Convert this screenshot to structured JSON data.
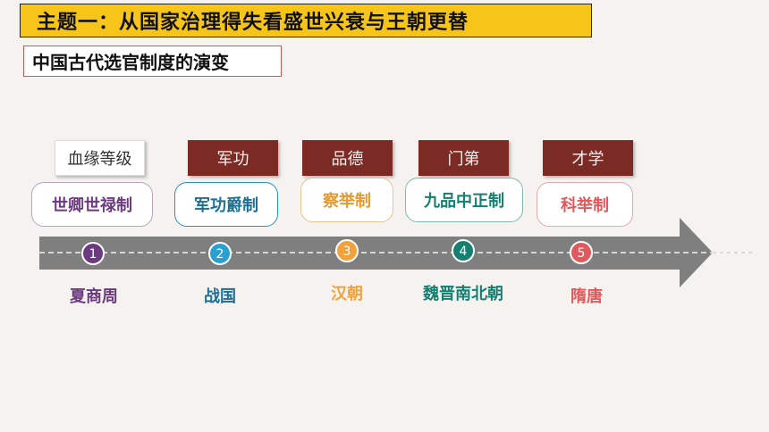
{
  "header": {
    "title": "主题一：从国家治理得失看盛世兴衰与王朝更替"
  },
  "subheader": {
    "title": "中国古代选官制度的演变"
  },
  "stages": [
    {
      "basis": "血缘等级",
      "system": "世卿世禄制",
      "num": "1",
      "era": "夏商周",
      "color": "#6b3a7f"
    },
    {
      "basis": "军功",
      "system": "军功爵制",
      "num": "2",
      "era": "战国",
      "color": "#2aa0d0"
    },
    {
      "basis": "品德",
      "system": "察举制",
      "num": "3",
      "era": "汉朝",
      "color": "#f2a23a"
    },
    {
      "basis": "门第",
      "system": "九品中正制",
      "num": "4",
      "era": "魏晋南北朝",
      "color": "#15806f"
    },
    {
      "basis": "才学",
      "system": "科举制",
      "num": "5",
      "era": "隋唐",
      "color": "#e0595c"
    }
  ]
}
